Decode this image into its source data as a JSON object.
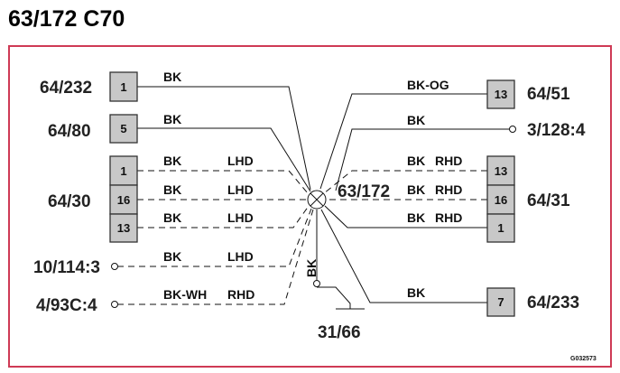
{
  "title": "63/172 C70",
  "splice": {
    "label": "63/172"
  },
  "ground": {
    "label": "31/66",
    "wire": "BK"
  },
  "connectors": {
    "c64_232": {
      "label": "64/232",
      "pins": [
        "1"
      ]
    },
    "c64_80": {
      "label": "64/80",
      "pins": [
        "5"
      ]
    },
    "c64_30": {
      "label": "64/30",
      "pins": [
        "1",
        "16",
        "13"
      ]
    },
    "c64_51": {
      "label": "64/51",
      "pins": [
        "13"
      ]
    },
    "c64_31": {
      "label": "64/31",
      "pins": [
        "13",
        "16",
        "1"
      ]
    },
    "c64_233": {
      "label": "64/233",
      "pins": [
        "7"
      ]
    }
  },
  "terminals": {
    "t3_128_4": {
      "label": "3/128:4"
    },
    "t10_114_3": {
      "label": "10/114:3"
    },
    "t4_93c_4": {
      "label": "4/93C:4"
    }
  },
  "wires": [
    {
      "id": "w1",
      "color": "BK"
    },
    {
      "id": "w2",
      "color": "BK"
    },
    {
      "id": "w3",
      "color": "BK",
      "variant": "LHD"
    },
    {
      "id": "w4",
      "color": "BK",
      "variant": "LHD"
    },
    {
      "id": "w5",
      "color": "BK",
      "variant": "LHD"
    },
    {
      "id": "w6",
      "color": "BK",
      "variant": "LHD"
    },
    {
      "id": "w7",
      "color": "BK-WH",
      "variant": "RHD"
    },
    {
      "id": "w8",
      "color": "BK-OG"
    },
    {
      "id": "w9",
      "color": "BK"
    },
    {
      "id": "w10",
      "color": "BK",
      "variant": "RHD"
    },
    {
      "id": "w11",
      "color": "BK",
      "variant": "RHD"
    },
    {
      "id": "w12",
      "color": "BK",
      "variant": "RHD"
    },
    {
      "id": "w13",
      "color": "BK"
    }
  ],
  "figure_code": "G032573",
  "colors": {
    "frame": "#cf3a55",
    "box_fill": "#c8c8c8"
  }
}
